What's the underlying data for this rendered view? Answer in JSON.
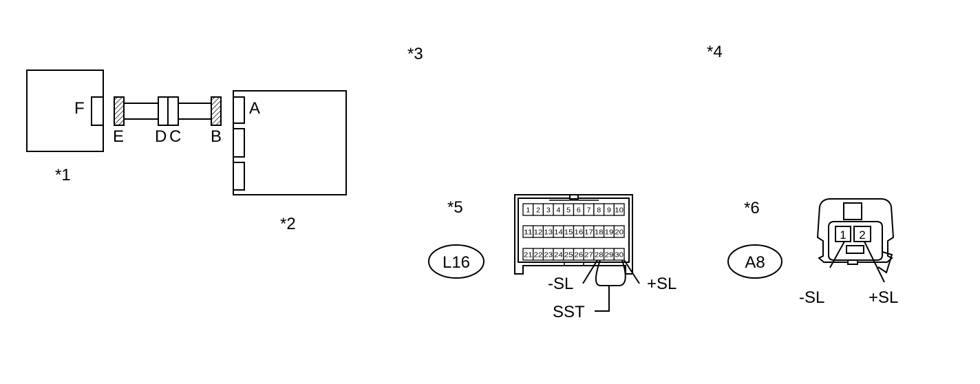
{
  "callouts": {
    "c1": "*1",
    "c2": "*2",
    "c3": "*3",
    "c4": "*4",
    "c5": "*5",
    "c6": "*6"
  },
  "schematic": {
    "connector_F": "F",
    "connector_E": "E",
    "connector_D": "D",
    "connector_C": "C",
    "connector_B": "B",
    "connector_A": "A"
  },
  "connector_l16": {
    "code": "L16",
    "pins_row1": [
      "1",
      "2",
      "3",
      "4",
      "5",
      "6",
      "7",
      "8",
      "9",
      "10"
    ],
    "pins_row2": [
      "11",
      "12",
      "13",
      "14",
      "15",
      "16",
      "17",
      "18",
      "19",
      "20"
    ],
    "pins_row3": [
      "21",
      "22",
      "23",
      "24",
      "25",
      "26",
      "27",
      "28",
      "29",
      "30"
    ],
    "minus_label": "-SL",
    "plus_label": "+SL",
    "sst_label": "SST"
  },
  "connector_a8": {
    "code": "A8",
    "pins": [
      "1",
      "2"
    ],
    "minus_label": "-SL",
    "plus_label": "+SL"
  }
}
